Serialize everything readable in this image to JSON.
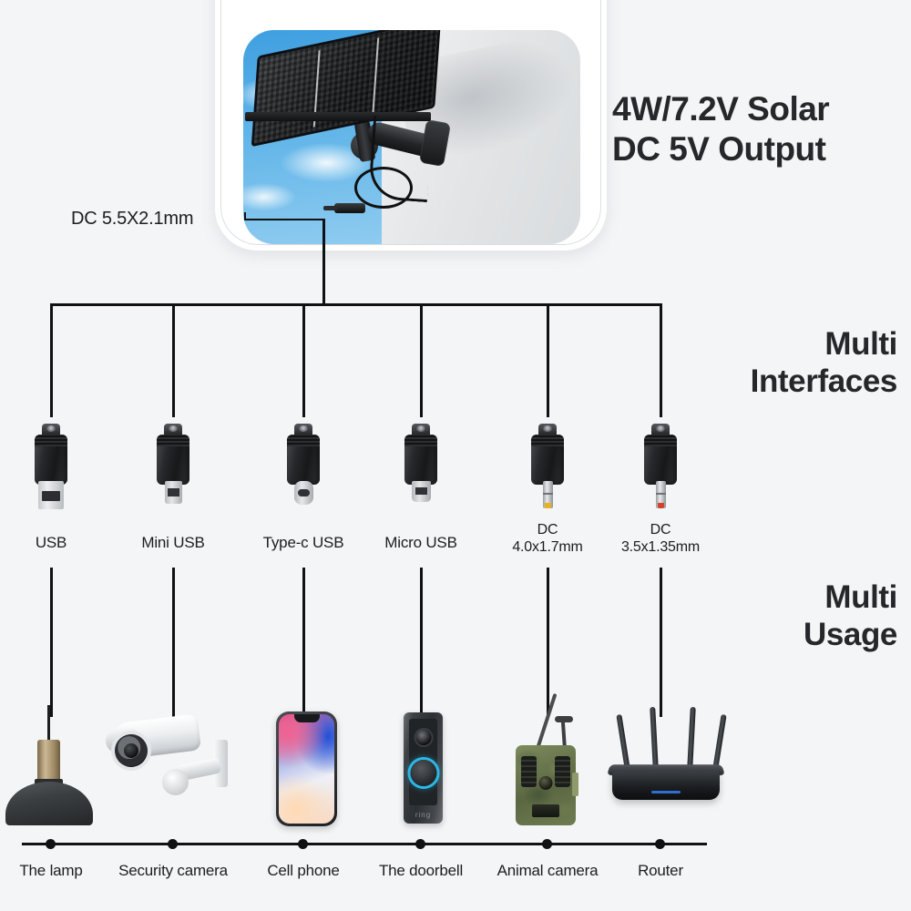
{
  "hero": {
    "title_line1": "4W/7.2V Solar",
    "title_line2": "DC 5V Output",
    "product_image_alt": "solar-panel-wall-mounted"
  },
  "callout": {
    "label": "DC 5.5X2.1mm"
  },
  "sections": {
    "interfaces_line1": "Multi",
    "interfaces_line2": "Interfaces",
    "usage_line1": "Multi",
    "usage_line2": "Usage"
  },
  "connectors": [
    {
      "label": "USB",
      "label2": "",
      "icon": "usb-a-connector-icon",
      "tip_color": ""
    },
    {
      "label": "Mini USB",
      "label2": "",
      "icon": "mini-usb-connector-icon",
      "tip_color": ""
    },
    {
      "label": "Type-c USB",
      "label2": "",
      "icon": "type-c-connector-icon",
      "tip_color": ""
    },
    {
      "label": "Micro USB",
      "label2": "",
      "icon": "micro-usb-connector-icon",
      "tip_color": ""
    },
    {
      "label": "DC",
      "label2": "4.0x1.7mm",
      "icon": "dc-barrel-connector-icon",
      "tip_color": "#e8b21a"
    },
    {
      "label": "DC",
      "label2": "3.5x1.35mm",
      "icon": "dc-barrel-connector-icon",
      "tip_color": "#d8402e"
    }
  ],
  "devices": [
    {
      "label": "The lamp",
      "icon": "pendant-lamp-icon"
    },
    {
      "label": "Security camera",
      "icon": "security-camera-icon"
    },
    {
      "label": "Cell phone",
      "icon": "smartphone-icon"
    },
    {
      "label": "The doorbell",
      "icon": "video-doorbell-icon"
    },
    {
      "label": "Animal camera",
      "icon": "trail-camera-icon"
    },
    {
      "label": "Router",
      "icon": "wifi-router-icon"
    }
  ],
  "colors": {
    "background": "#f4f5f7",
    "card": "#ffffff",
    "line": "#111111",
    "text": "#1d1d1f",
    "sky": "#5fb4e8",
    "doorbell_ring": "#2bb8e6"
  }
}
